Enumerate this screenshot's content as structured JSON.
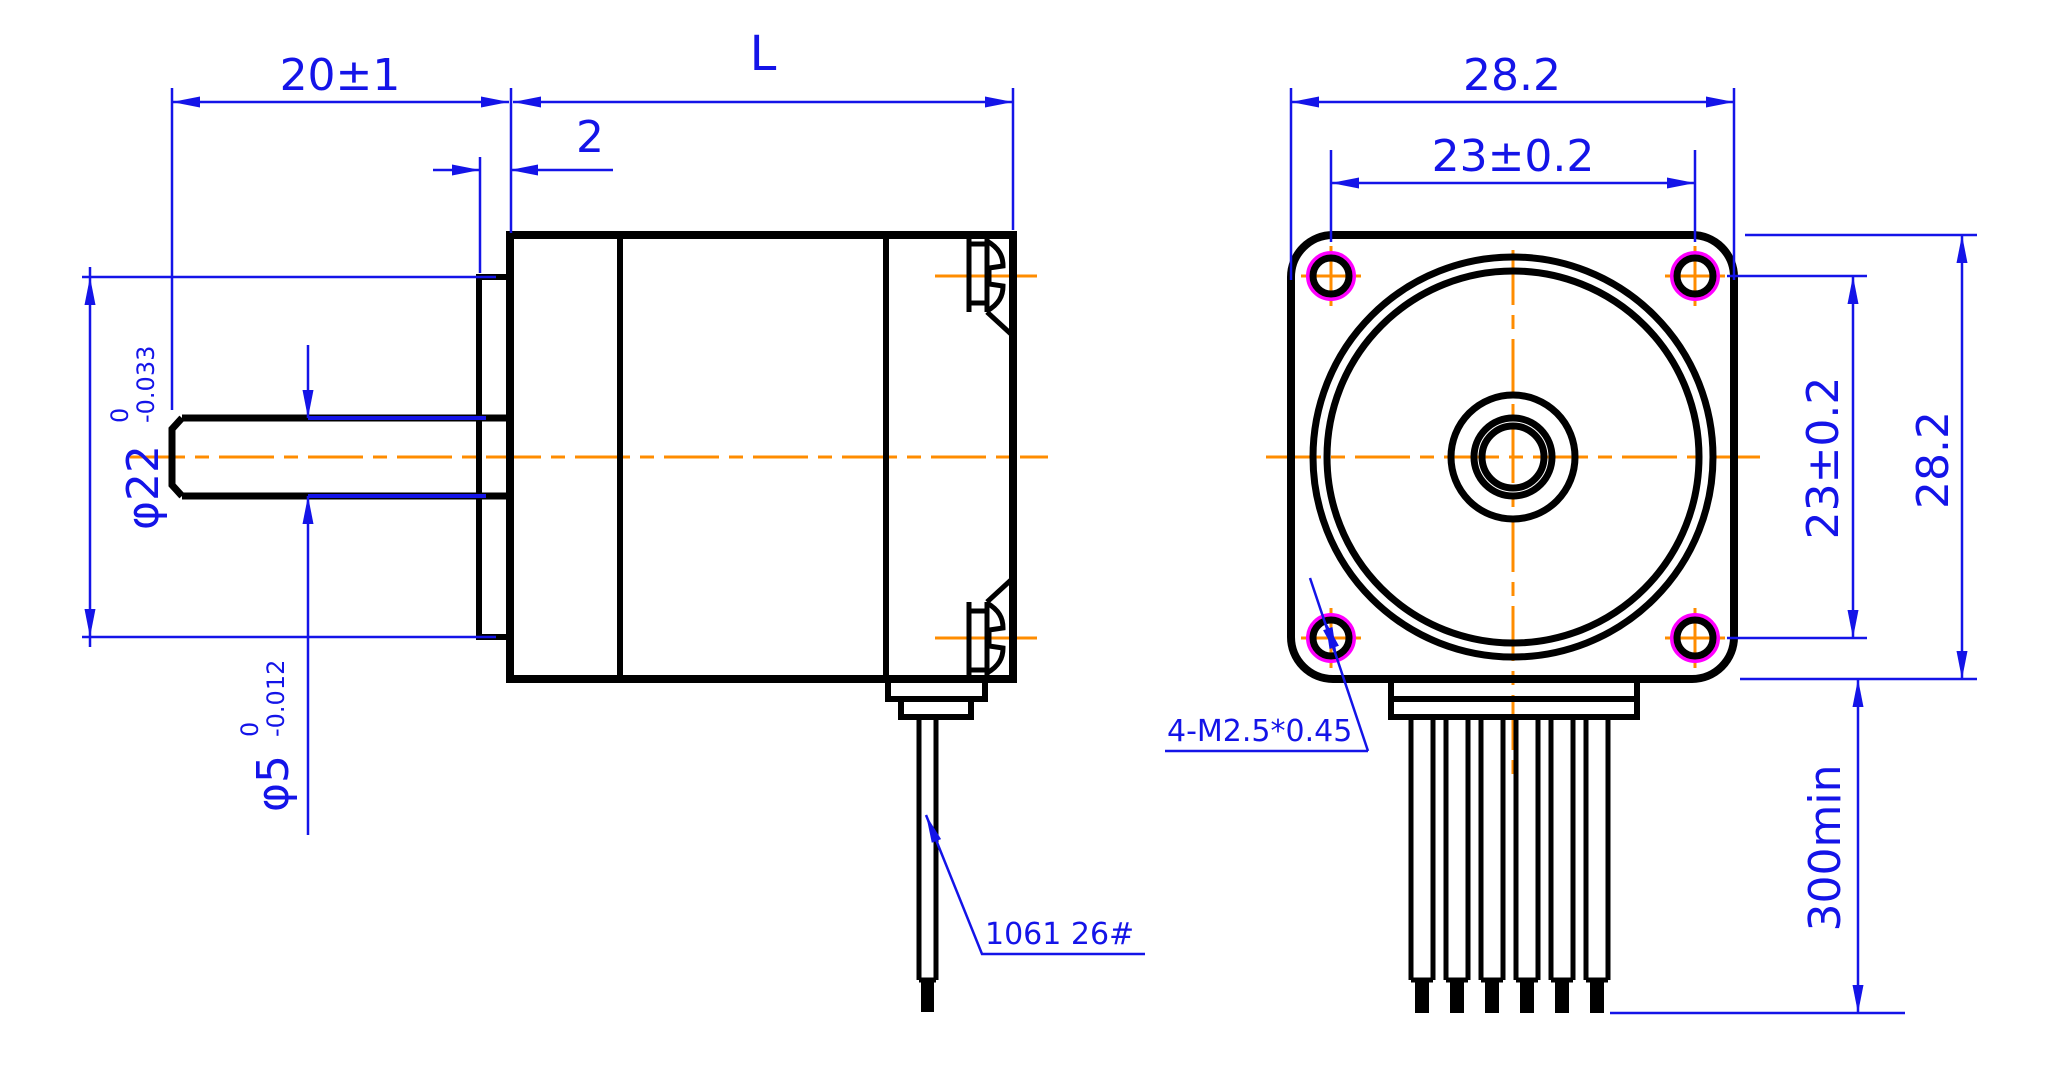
{
  "title": "stepper-motor-dimension-drawing",
  "side": {
    "dim_shaft_length": "20±1",
    "dim_body_length": "L",
    "dim_pilot_depth": "2",
    "dim_pilot_dia_main": "φ22",
    "dim_pilot_dia_upper": "0",
    "dim_pilot_dia_lower": "-0.033",
    "dim_shaft_dia_main": "φ5",
    "dim_shaft_dia_upper": "0",
    "dim_shaft_dia_lower": "-0.012",
    "lead_wire_note": "1061 26#"
  },
  "front": {
    "dim_width": "28.2",
    "dim_hole_spacing_horizontal": "23±0.2",
    "dim_hole_spacing_vertical": "23±0.2",
    "dim_height": "28.2",
    "dim_lead_length": "300min",
    "mounting_hole_note": "4-M2.5*0.45"
  },
  "colors": {
    "dimension_blue": "#1414e8",
    "centerline_orange": "#ff8c00",
    "hole_highlight_magenta": "#ff00ff",
    "outline_black": "#000000",
    "background": "#ffffff"
  }
}
